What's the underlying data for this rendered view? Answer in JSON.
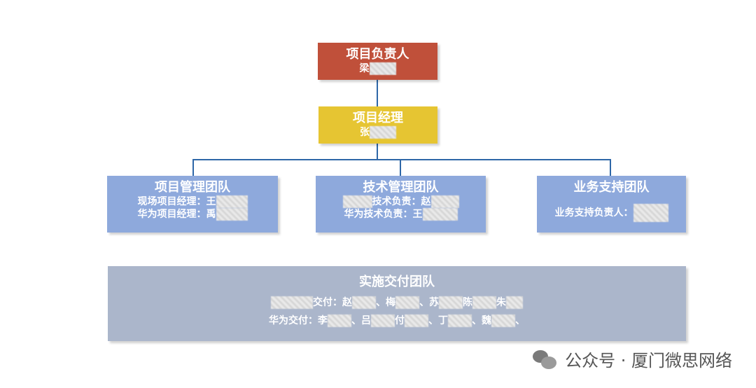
{
  "colors": {
    "lead": "#c0503a",
    "manager": "#e6c532",
    "team": "#8ea9dc",
    "delivery": "#abb6cb",
    "connector": "#2e67a8"
  },
  "lead": {
    "title": "项目负责人",
    "name": "梁"
  },
  "manager": {
    "title": "项目经理",
    "name": "张"
  },
  "teams": [
    {
      "title": "项目管理团队",
      "lines": [
        "现场项目经理：王",
        "华为项目经理：禹"
      ]
    },
    {
      "title": "技术管理团队",
      "lines": [
        "技术负责：赵",
        "华为技术负责：王"
      ]
    },
    {
      "title": "业务支持团队",
      "lines": [
        "业务支持负责人："
      ]
    }
  ],
  "delivery": {
    "title": "实施交付团队",
    "line1": {
      "label": "交付：",
      "names": [
        "赵",
        "、梅",
        "、苏",
        "陈",
        "朱"
      ]
    },
    "line2": {
      "label": "华为交付：",
      "names": [
        "李",
        "、吕",
        "付",
        "、丁",
        "、魏",
        "、"
      ]
    }
  },
  "watermark": {
    "text": "公众号 · 厦门微思网络",
    "icon": "wechat-icon"
  }
}
